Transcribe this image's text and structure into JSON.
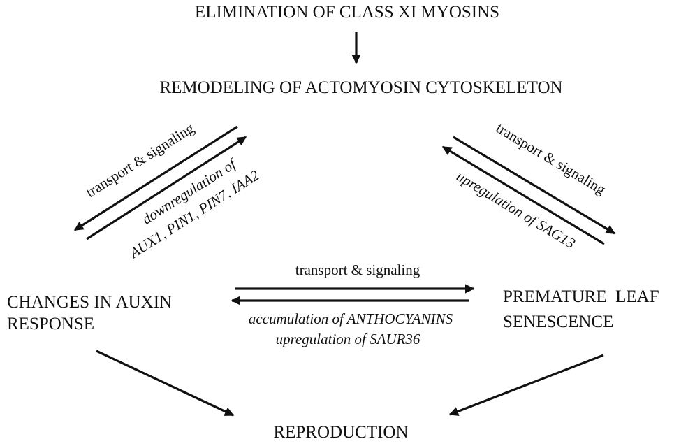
{
  "nodes": {
    "top": "ELIMINATION OF CLASS XI MYOSINS",
    "remodeling": "REMODELING OF ACTOMYOSIN CYTOSKELETON",
    "auxin_line1": "CHANGES IN AUXIN",
    "auxin_line2": "RESPONSE",
    "senescence_line1": "PREMATURE  LEAF",
    "senescence_line2": "SENESCENCE",
    "reproduction": "REPRODUCTION"
  },
  "labels": {
    "left_transport": "transport & signaling",
    "left_reg_line1": "downregulation of",
    "left_reg_line2": "AUX1, PIN1, PIN7, IAA2",
    "right_transport": "transport & signaling",
    "right_reg": "upregulation of SAG13",
    "middle_transport": "transport & signaling",
    "middle_reg_line1": "accumulation of ANTHOCYANINS",
    "middle_reg_line2": "upregulation of SAUR36"
  },
  "colors": {
    "ink": "#111111",
    "background": "#ffffff"
  }
}
